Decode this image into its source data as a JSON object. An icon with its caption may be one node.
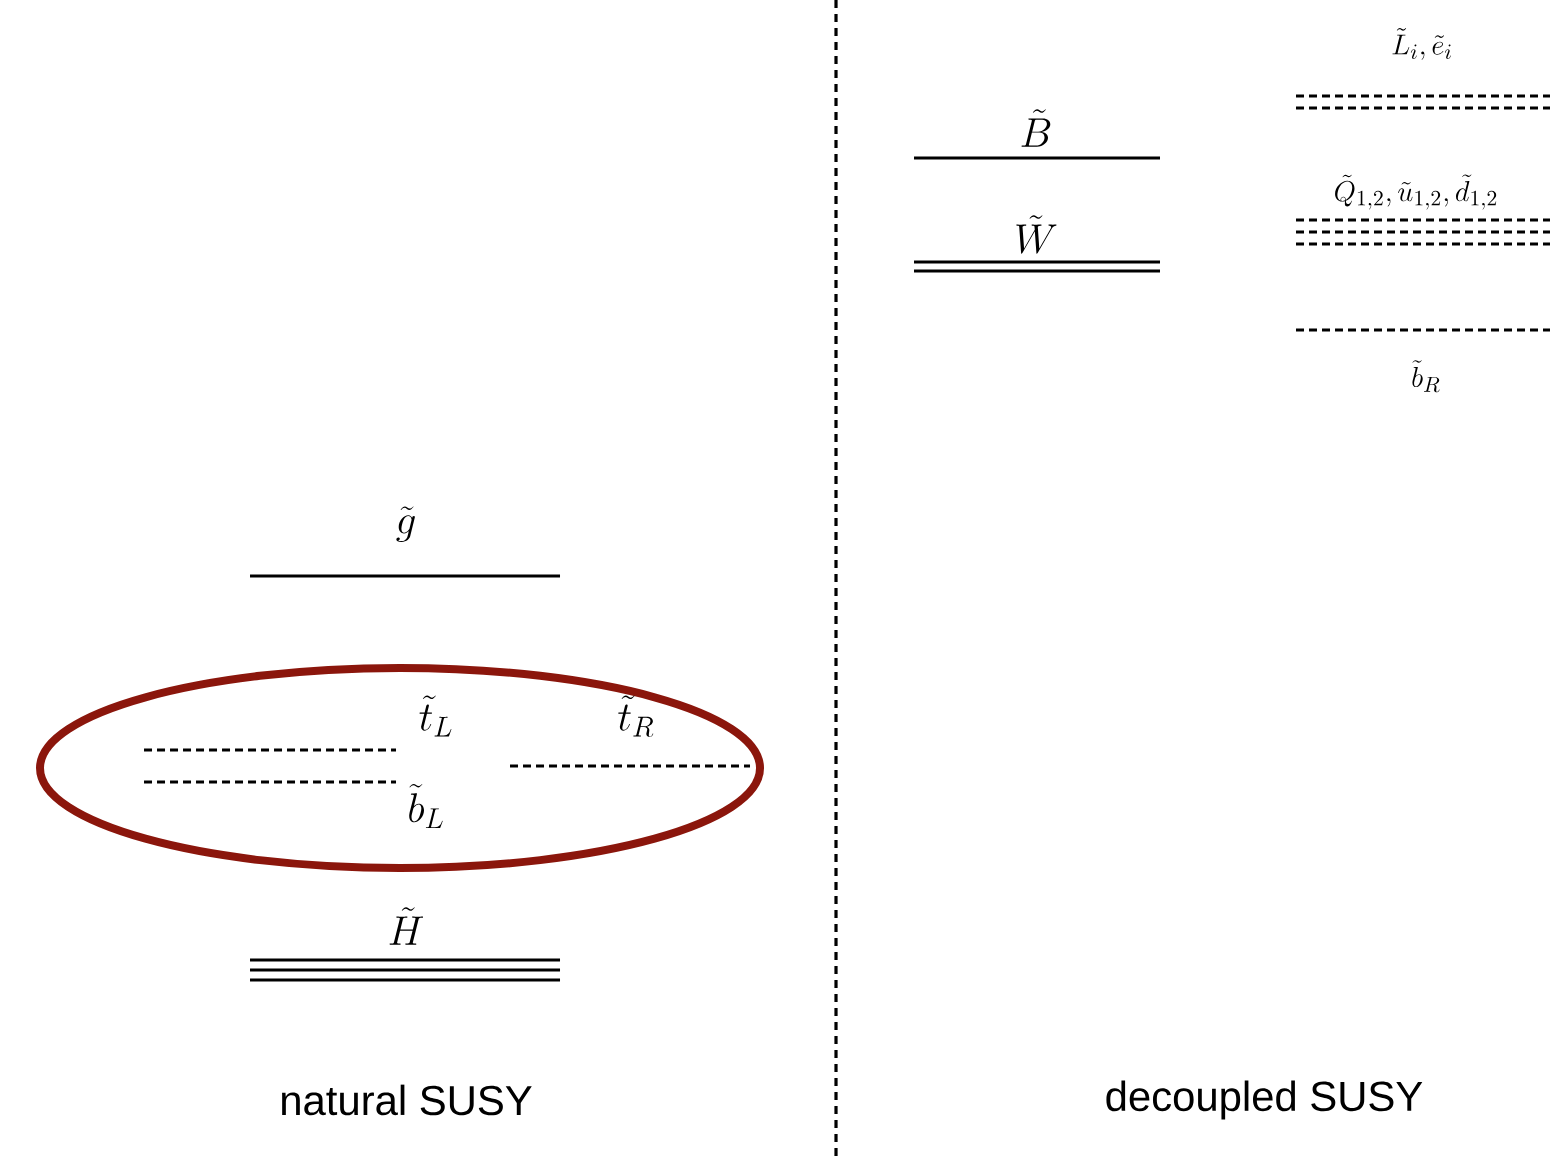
{
  "diagram": {
    "labels": [
      "\\tilde{L}_i, \\tilde{e}_i",
      "\\tilde{B}",
      "\\tilde{Q}_{1,2}, \\tilde{u}_{1,2}, \\tilde{d}_{1,2}",
      "\\tilde{W}",
      "\\tilde{b}_R",
      "\\tilde{g}",
      "\\tilde{t}_L",
      "\\tilde{t}_R",
      "\\tilde{b}_L",
      "\\tilde{H}",
      "natural SUSY",
      "decoupled SUSY"
    ]
  }
}
